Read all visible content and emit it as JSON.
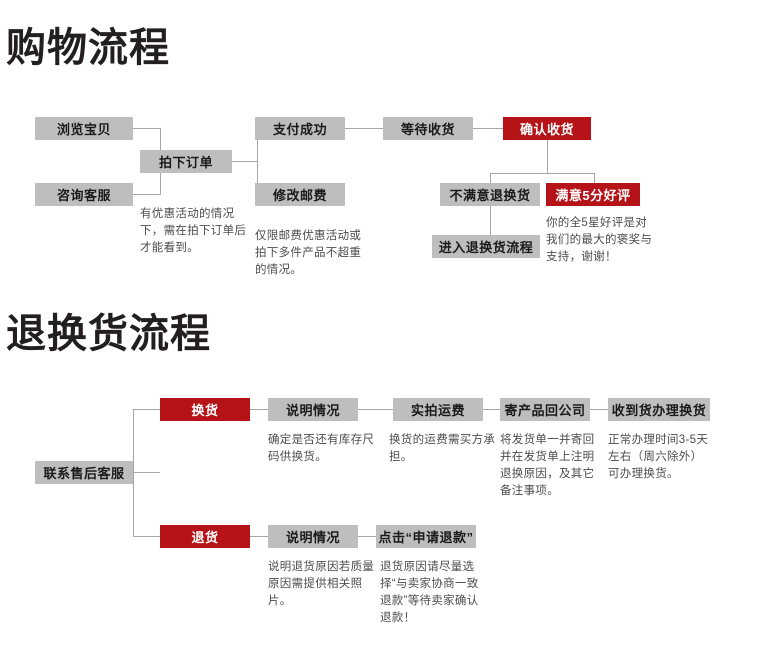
{
  "page": {
    "sections": [
      {
        "id": "shopping",
        "title": "购物流程"
      },
      {
        "id": "return",
        "title": "退换货流程"
      }
    ]
  },
  "colors": {
    "gray_box": "#bebebe",
    "red_box": "#b51318",
    "connector": "#a6a6a6",
    "title_text": "#231f20",
    "caption_text": "#4d4d4d"
  },
  "shopping_flow": {
    "nodes": {
      "browse": "浏览宝贝",
      "consult": "咨询客服",
      "place_order": "拍下订单",
      "pay_success": "支付成功",
      "modify_shipping": "修改邮费",
      "wait_delivery": "等待收货",
      "confirm_receipt": "确认收货",
      "unsatisfied_return": "不满意退换货",
      "enter_return_flow": "进入退换货流程",
      "satisfied_review": "满意5分好评"
    },
    "captions": {
      "place_order_note": "有优惠活动的情况下，需在拍下订单后才能看到。",
      "shipping_note": "仅限邮费优惠活动或拍下多件产品不超重的情况。",
      "review_note": "你的全5星好评是对我们的最大的褒奖与支持，谢谢！"
    }
  },
  "return_flow": {
    "nodes": {
      "contact_service": "联系售后客服",
      "exchange": "换货",
      "exchange_explain": "说明情况",
      "shipping_photo": "实拍运费",
      "send_back": "寄产品回公司",
      "receive_process": "收到货办理换货",
      "refund": "退货",
      "refund_explain": "说明情况",
      "click_apply_refund": "点击“申请退款”"
    },
    "captions": {
      "exchange_explain_note": "确定是否还有库存尺码供换货。",
      "shipping_photo_note": "换货的运费需买方承担。",
      "send_back_note": "将发货单一并寄回并在发货单上注明退换原因，及其它备注事项。",
      "receive_process_note": "正常办理时间3-5天左右（周六除外）可办理换货。",
      "refund_explain_note": "说明退货原因若质量原因需提供相关照片。",
      "click_apply_refund_note": "退货原因请尽量选择“与卖家协商一致退款”等待卖家确认退款！"
    }
  }
}
